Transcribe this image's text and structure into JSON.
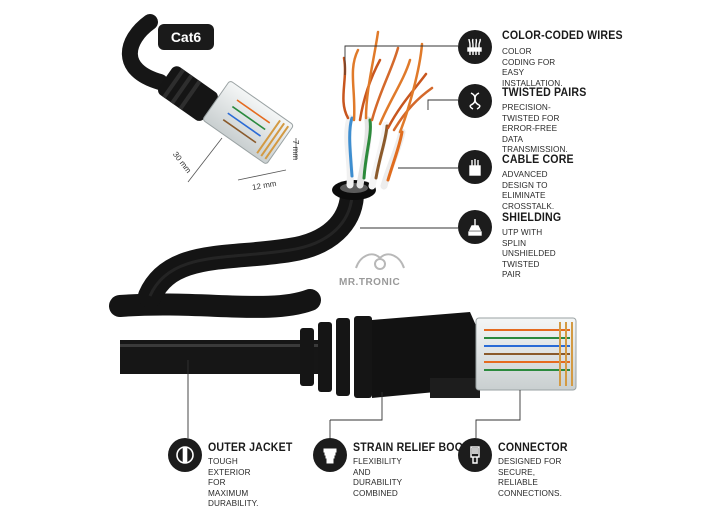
{
  "badge": "Cat6",
  "dimensions": {
    "width": "30 mm",
    "depth": "12 mm",
    "height": "7 mm"
  },
  "brand": "MR.TRONIC",
  "features_right": [
    {
      "icon": "color-wires-icon",
      "title": "COLOR-CODED WIRES",
      "desc": "COLOR CODING FOR\nEASY INSTALLATION."
    },
    {
      "icon": "twisted-pair-icon",
      "title": "TWISTED PAIRS",
      "desc": "PRECISION-TWISTED FOR\nERROR-FREE DATA\nTRANSMISSION."
    },
    {
      "icon": "cable-core-icon",
      "title": "CABLE CORE",
      "desc": "ADVANCED DESIGN TO\nELIMINATE CROSSTALK."
    },
    {
      "icon": "shielding-icon",
      "title": "SHIELDING",
      "desc": "UTP WITH SPLIN\nUNSHIELDED\nTWISTED PAIR"
    }
  ],
  "features_bottom": [
    {
      "icon": "outer-jacket-icon",
      "title": "OUTER JACKET",
      "desc": "TOUGH EXTERIOR FOR\nMAXIMUM DURABILITY."
    },
    {
      "icon": "strain-relief-icon",
      "title": "STRAIN RELIEF BOOT",
      "desc": "FLEXIBILITY AND\nDURABILITY COMBINED"
    },
    {
      "icon": "connector-icon",
      "title": "CONNECTOR",
      "desc": "DESIGNED FOR SECURE,\nRELIABLE CONNECTIONS."
    }
  ]
}
